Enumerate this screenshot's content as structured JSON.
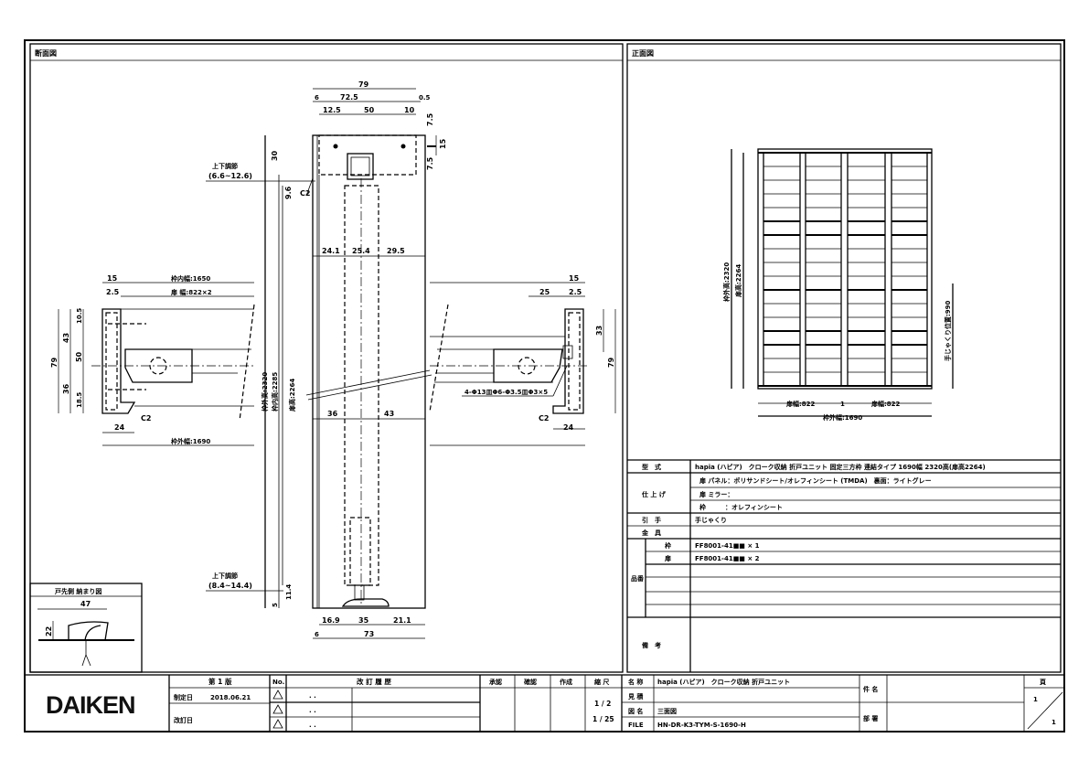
{
  "panels": {
    "section_title": "断面図",
    "front_title": "正面図"
  },
  "section": {
    "dims": [
      "79",
      "6",
      "72.5",
      "0.5",
      "12.5",
      "50",
      "10",
      "7.5",
      "15",
      "7.5",
      "30",
      "9.6",
      "C2",
      "24.1",
      "25.4",
      "29.5",
      "36",
      "43",
      "11.4",
      "5",
      "16.9",
      "35",
      "21.1",
      "6",
      "73"
    ],
    "adjust_top_label": "上下調節",
    "adjust_top_range": "(6.6~12.6)",
    "adjust_bottom_label": "上下調節",
    "adjust_bottom_range": "(8.4~14.4)",
    "frame_outer_height": "枠外高:2320",
    "frame_inner_height": "枠内高:2285",
    "door_height": "扉高:2264"
  },
  "plan_left": {
    "dims": [
      "15",
      "2.5",
      "79",
      "43",
      "10.5",
      "50",
      "36",
      "18.5",
      "C2",
      "24"
    ],
    "frame_inner_width": "枠内幅:1650",
    "door_width": "扉 幅:822×2",
    "frame_outer_width": "枠外幅:1690"
  },
  "plan_right": {
    "dims": [
      "15",
      "25",
      "2.5",
      "33",
      "79",
      "C2",
      "24"
    ],
    "screw_note": "4-Φ13皿Φ6-Φ3.5皿Φ3×5"
  },
  "front": {
    "frame_outer_height": "枠外高:2320",
    "door_height": "扉高:2264",
    "handle_position": "手じゃくり位置:990",
    "door_width_left": "扉幅:822",
    "gap": "1",
    "door_width_right": "扉幅:822",
    "frame_outer_width": "枠外幅:1690"
  },
  "detail": {
    "title": "戸先側 納まり図",
    "width": "47",
    "height": "22"
  },
  "spec": {
    "model_label": "型　式",
    "model_value": "hapia (ハピア)　クローク収納 折戸ユニット 固定三方枠 連結タイプ 1690幅 2320高(扉高2264)",
    "finish_label": "仕 上 げ",
    "finish_rows": [
      "扉 パネル：ポリサンドシート/オレフィンシート (TMDA)　裏面：ライトグレー",
      "扉 ミラー：",
      "枠　　　：オレフィンシート"
    ],
    "handle_label": "引　手",
    "handle_value": "手じゃくり",
    "hardware_label": "金　具",
    "part_label": "品番",
    "parts": [
      {
        "name": "枠",
        "value": "FF8001-41■■ × 1"
      },
      {
        "name": "扉",
        "value": "FF8001-41■■ × 2"
      }
    ],
    "remarks_label": "備　考"
  },
  "title_block": {
    "logo": "DAIKEN",
    "edition": "第 1 版",
    "established_label": "制定日",
    "established_date": "2018.06.21",
    "revised_label": "改訂日",
    "no_label": "No.",
    "revision_header": "改 訂 履 歴",
    "revision_rows": [
      ". .",
      ". .",
      ". ."
    ],
    "approve": "承認",
    "check": "確認",
    "create": "作成",
    "scale_label": "縮 尺",
    "scales": [
      "1 / 2",
      "1 / 25"
    ],
    "name_label": "名 称",
    "name_value": "hapia (ハピア)　クローク収納 折戸ユニット",
    "estimate_label": "見 積",
    "drawing_label": "図 名",
    "drawing_value": "三面図",
    "file_label": "FILE",
    "file_value": "HN-DR-K3-TYM-S-1690-H",
    "subject_label": "件 名",
    "dept_label": "部 署",
    "page_label": "頁",
    "page_current": "1",
    "page_total": "1"
  }
}
